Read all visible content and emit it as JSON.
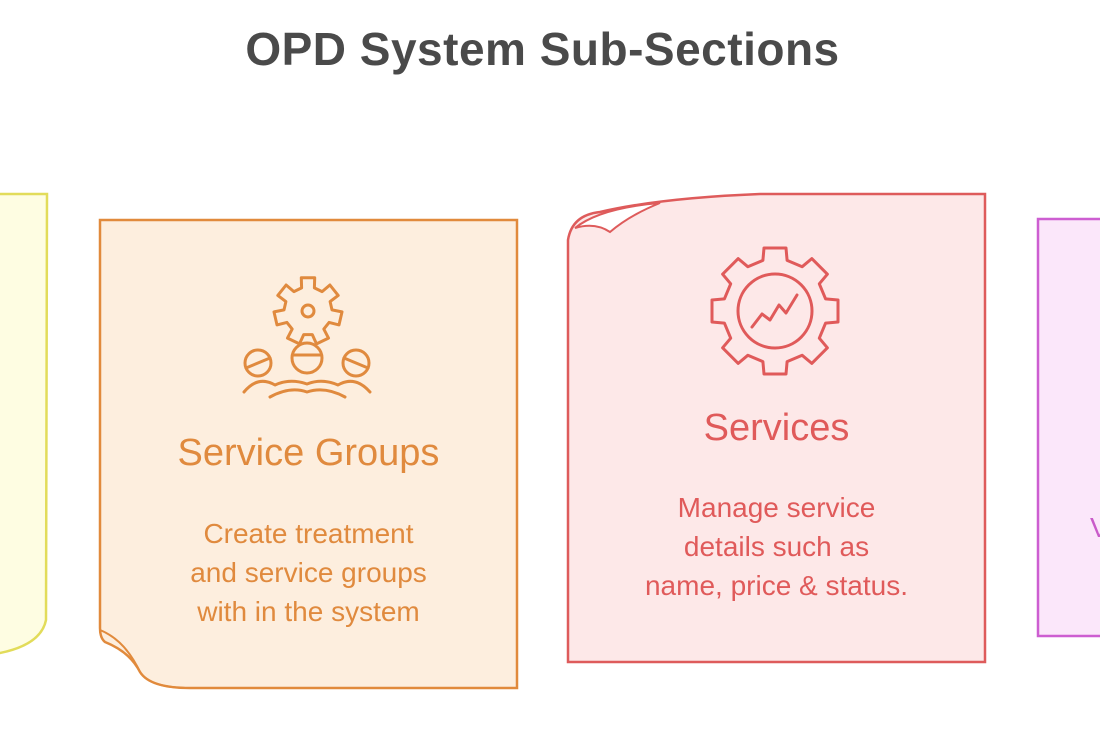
{
  "title": "OPD System Sub-Sections",
  "colors": {
    "yellow_fill": "#fefde2",
    "yellow_stroke": "#e2dc5a",
    "orange_fill": "#fdeede",
    "orange_stroke": "#e18a3c",
    "orange_text": "#e08a3e",
    "red_fill": "#fde8e8",
    "red_stroke": "#de5b5b",
    "red_text": "#e05a5a",
    "purple_fill": "#fbe7fa",
    "purple_stroke": "#cd5ed1",
    "purple_text": "#c95bc9"
  },
  "cards": {
    "service_groups": {
      "icon": "gear-people-icon",
      "title": "Service Groups",
      "desc": [
        "Create treatment",
        "and service groups",
        "with in the system"
      ]
    },
    "services": {
      "icon": "gear-chart-icon",
      "title": "Services",
      "desc": [
        "Manage service",
        "details such as",
        "name, price & status."
      ]
    },
    "partial_right": {
      "fragment": "V"
    }
  }
}
